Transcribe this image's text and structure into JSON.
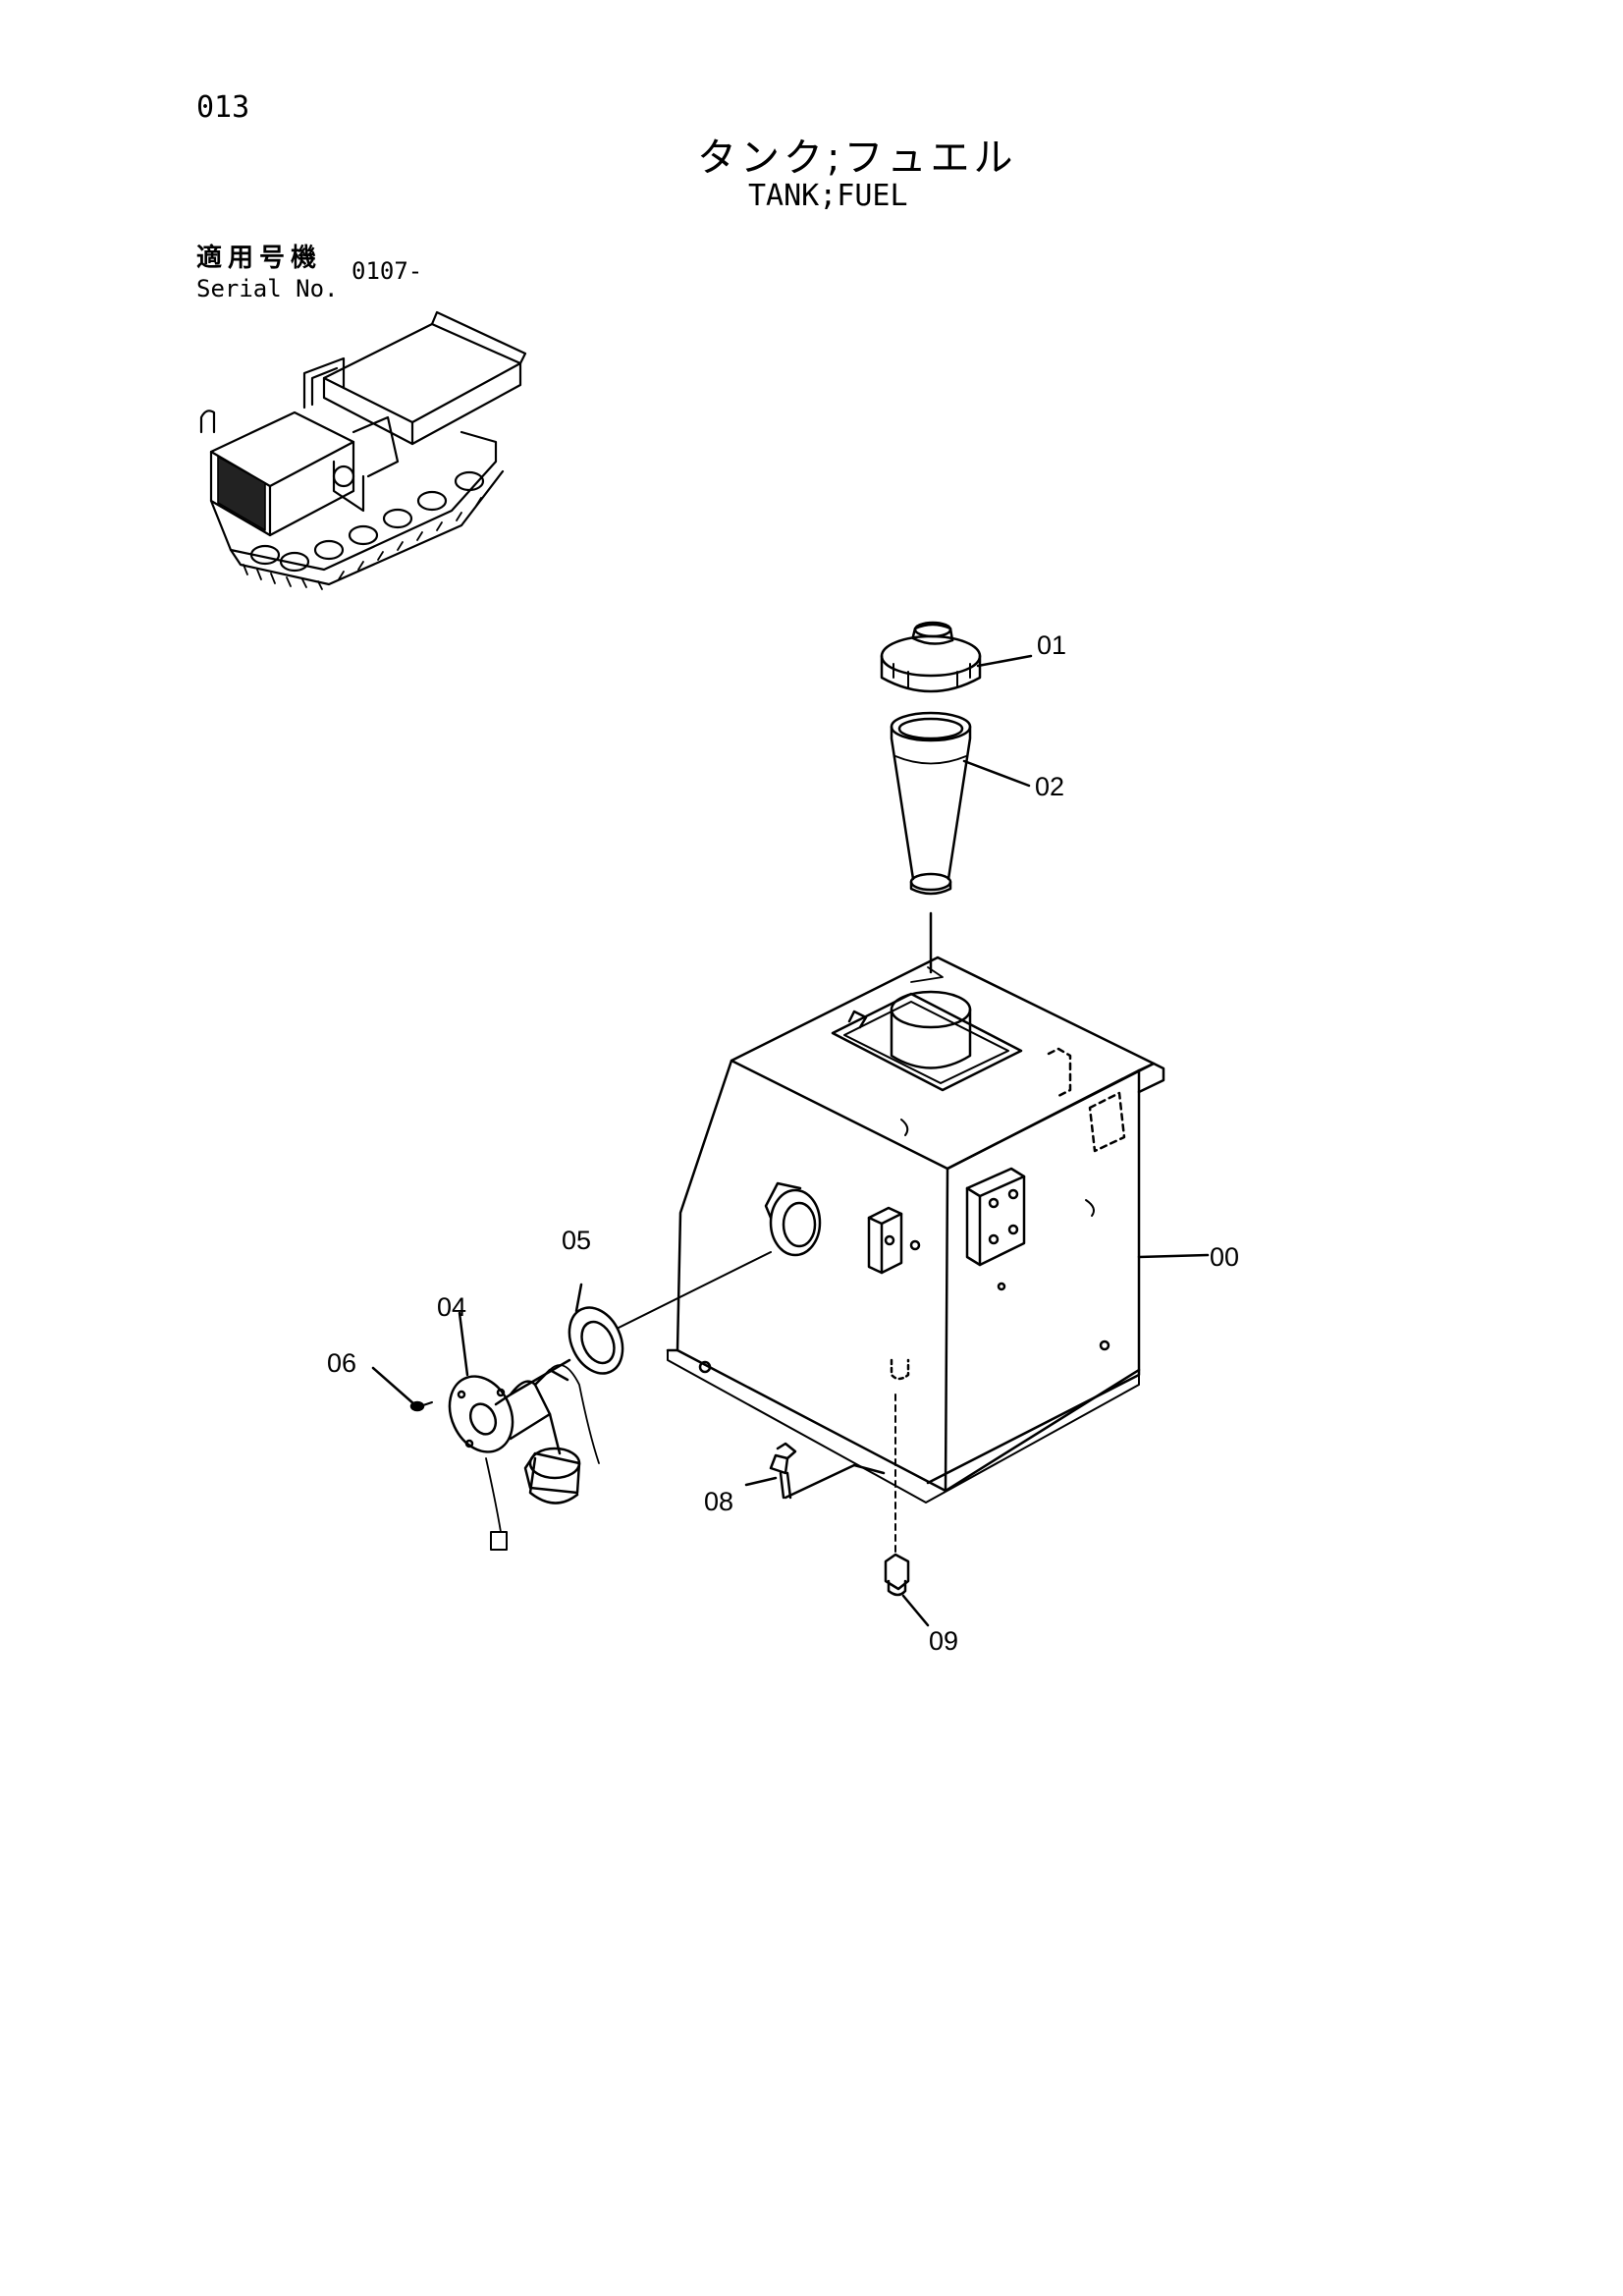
{
  "page_number": "013",
  "title_ja": "タンク;フュエル",
  "title_en": "TANK;FUEL",
  "serial": {
    "label_ja": "適用号機",
    "label_en": "Serial No.",
    "value": "0107-"
  },
  "callouts": {
    "p00": "00",
    "p01": "01",
    "p02": "02",
    "p04": "04",
    "p05": "05",
    "p06": "06",
    "p08": "08",
    "p09": "09"
  },
  "icons": [
    "tracked-carrier-icon",
    "fuel-tank-icon",
    "fuel-cap-icon",
    "strainer-icon",
    "fuel-sender-icon",
    "gasket-icon",
    "screw-icon",
    "bolt-icon",
    "drain-plug-icon"
  ]
}
